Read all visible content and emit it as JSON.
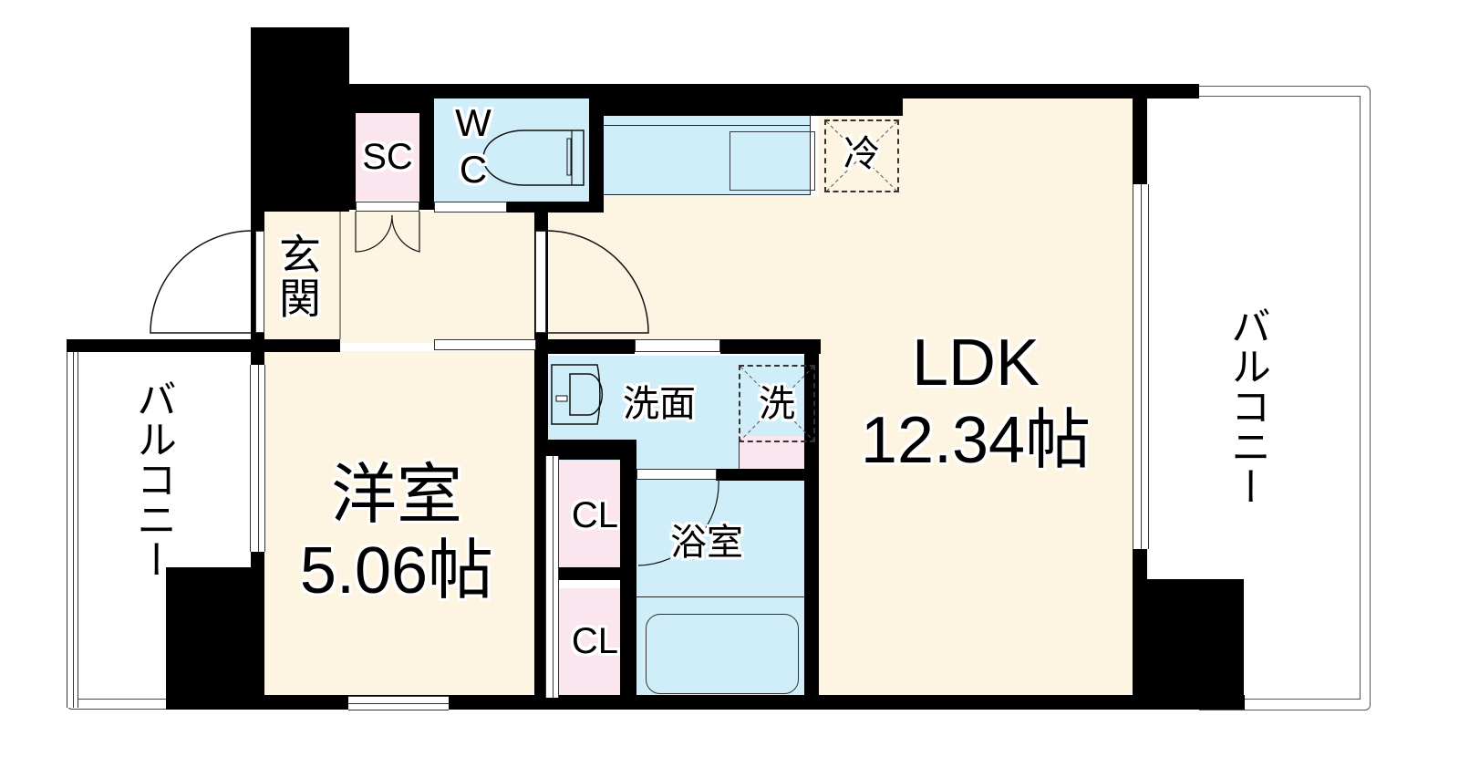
{
  "floor_plan": {
    "rooms": {
      "ldk": {
        "name": "LDK",
        "area": "12.34帖"
      },
      "western": {
        "name": "洋室",
        "area": "5.06帖"
      },
      "entrance": {
        "name": "玄関"
      },
      "shoe_closet": {
        "name": "SC"
      },
      "toilet": {
        "line1": "W",
        "line2": "C"
      },
      "washroom": {
        "name": "洗面"
      },
      "washer": {
        "name": "洗"
      },
      "fridge": {
        "name": "冷"
      },
      "bathroom": {
        "name": "浴室"
      },
      "closet_1": {
        "name": "CL"
      },
      "closet_2": {
        "name": "CL"
      },
      "balcony_left": {
        "name": "バルコニー"
      },
      "balcony_right": {
        "name": "バルコニー"
      }
    },
    "colors": {
      "living_area": "#fdf5e2",
      "wet_area": "#d0eefa",
      "storage": "#fbe6ef",
      "wall": "#000000"
    }
  }
}
